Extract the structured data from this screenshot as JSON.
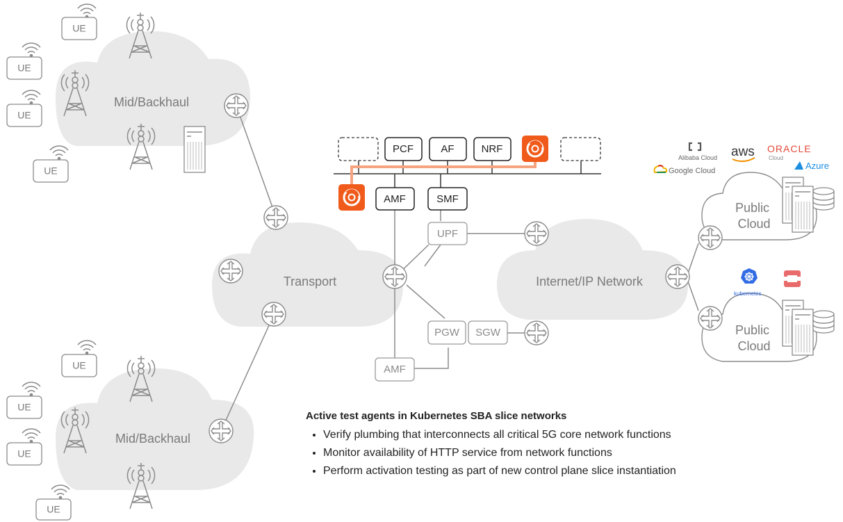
{
  "clouds": {
    "mid_backhaul_top": "Mid/Backhaul",
    "mid_backhaul_bottom": "Mid/Backhaul",
    "transport": "Transport",
    "internet": "Internet/IP Network",
    "public_cloud_top": "Public\nCloud",
    "public_cloud_bottom": "Public\nCloud"
  },
  "ue_label": "UE",
  "functions": {
    "pcf": "PCF",
    "af": "AF",
    "nrf": "NRF",
    "amf": "AMF",
    "smf": "SMF",
    "upf": "UPF",
    "pgw": "PGW",
    "sgw": "SGW",
    "amf_legacy": "AMF"
  },
  "vendors": {
    "alibaba": "Alibaba Cloud",
    "aws": "aws",
    "oracle": "ORACLE",
    "oracle_sub": "Cloud",
    "google": "Google Cloud",
    "azure": "Azure",
    "kubernetes": "kubernetes"
  },
  "caption": {
    "heading": "Active test agents in Kubernetes SBA slice networks",
    "bullets": [
      "Verify plumbing that interconnects all critical 5G core network functions",
      "Monitor availability of HTTP service from network functions",
      "Perform activation testing as part of new control plane slice instantiation"
    ]
  },
  "colors": {
    "agent_orange": "#f05a1a",
    "agent_path": "#f6a37f",
    "cloud_fill": "#e9e9e9",
    "oracle_red": "#e24a3b",
    "azure_blue": "#1c8ee0",
    "kubernetes_blue": "#326ce5"
  }
}
